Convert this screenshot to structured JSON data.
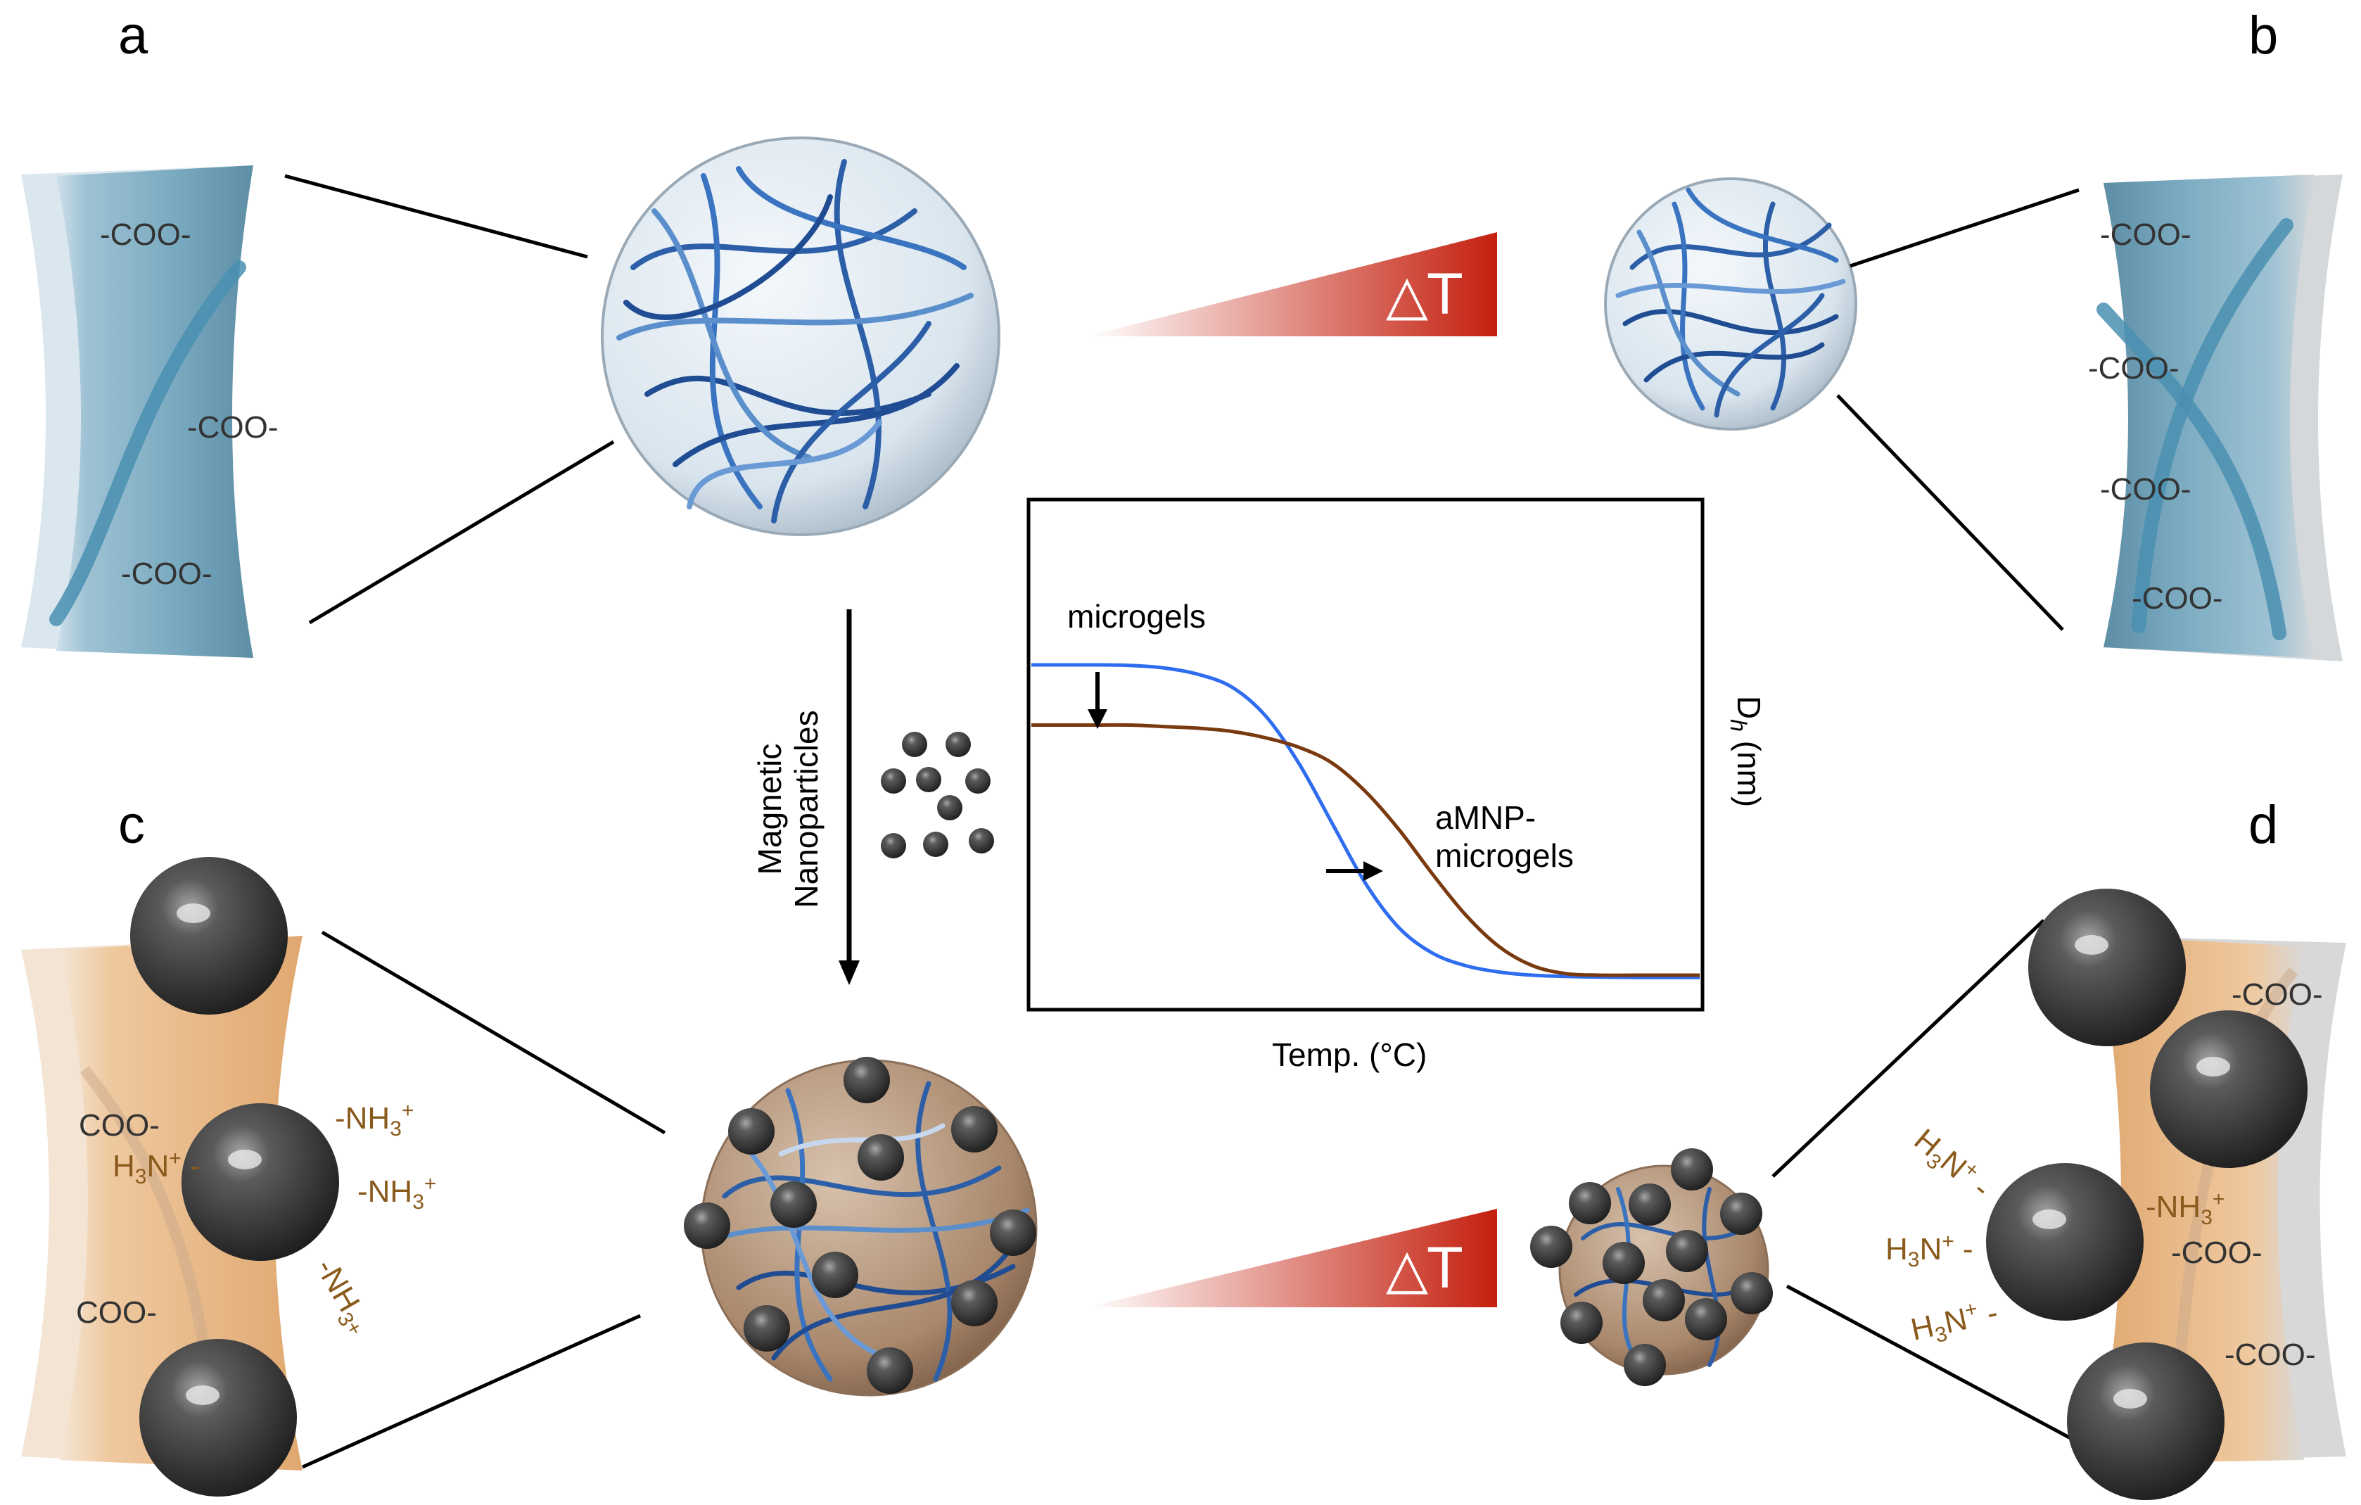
{
  "panels": {
    "a": "a",
    "b": "b",
    "c": "c",
    "d": "d"
  },
  "panel_a": {
    "groups": [
      "-COO-",
      "-COO-",
      "-COO-"
    ]
  },
  "panel_b": {
    "groups": [
      "-COO-",
      "-COO-",
      "-COO-",
      "-COO-"
    ]
  },
  "panel_c": {
    "left_groups": [
      "COO-",
      "COO-"
    ],
    "amines": [
      "H3N+",
      "-NH3+",
      "-NH3+",
      "-NH3+"
    ]
  },
  "panel_d": {
    "right_groups": [
      "-COO-",
      "-COO-",
      "-COO-"
    ],
    "amines": [
      "H3N+",
      "H3N+",
      "H3N+",
      "-NH3+"
    ]
  },
  "stimulus": {
    "top": "△T",
    "bottom": "△T"
  },
  "process_arrow": {
    "label_line1": "Magnetic",
    "label_line2": "Nanoparticles"
  },
  "colors": {
    "microgel_curve": "#2f6df0",
    "amnp_curve": "#7a3a10",
    "gradient_start": "#ffffff",
    "gradient_end": "#c41f0e",
    "polymer_blue": "#2c5fa8",
    "particle": "#3a3a3a",
    "shell_blue": "#7aaac0",
    "shell_tan": "#e0a870"
  },
  "chart_data": {
    "type": "line",
    "title": "",
    "xlabel": "Temp. (°C)",
    "ylabel": "Dh (nm)",
    "x": [
      0,
      5,
      10,
      15,
      20,
      25,
      30,
      35,
      40,
      45,
      50,
      55,
      60,
      65,
      70,
      75,
      80,
      85,
      90,
      95,
      100
    ],
    "series": [
      {
        "name": "microgels",
        "color": "#2f6df0",
        "values": [
          1.0,
          1.0,
          1.0,
          0.998,
          0.99,
          0.97,
          0.93,
          0.84,
          0.69,
          0.5,
          0.31,
          0.17,
          0.09,
          0.05,
          0.03,
          0.02,
          0.016,
          0.014,
          0.013,
          0.013,
          0.013
        ]
      },
      {
        "name": "aMNP-microgels",
        "color": "#7a3a10",
        "values": [
          0.81,
          0.81,
          0.81,
          0.81,
          0.805,
          0.8,
          0.79,
          0.77,
          0.74,
          0.69,
          0.6,
          0.48,
          0.34,
          0.21,
          0.11,
          0.05,
          0.025,
          0.02,
          0.02,
          0.02,
          0.02
        ]
      }
    ],
    "annotations": [
      "microgels",
      "aMNP-microgels"
    ],
    "ticks": "none",
    "grid": false
  }
}
